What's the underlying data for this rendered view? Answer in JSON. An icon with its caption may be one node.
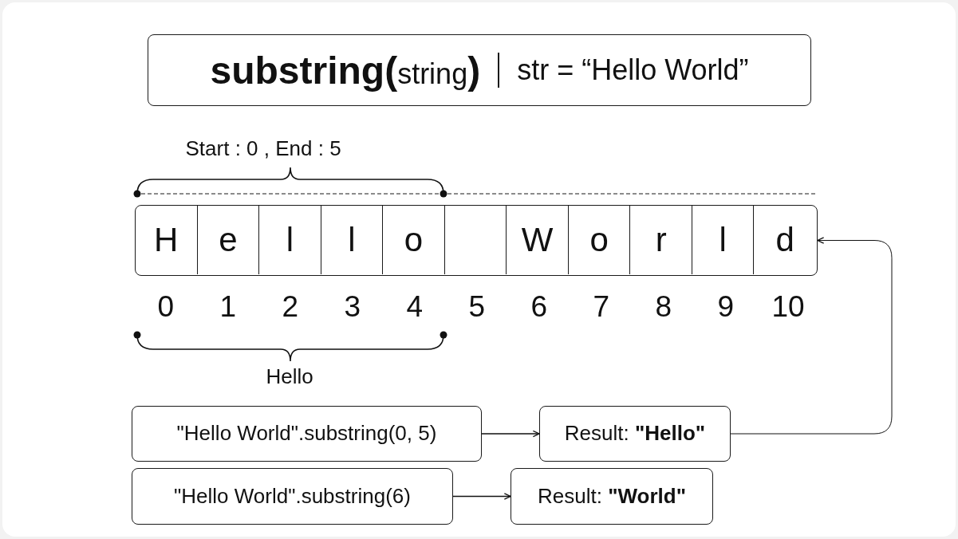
{
  "diagram": {
    "nodes": [
      {
        "text": [
          "**substring(**string**)**",
          "str = “Hello World”"
        ]
      },
      {
        "text": [],
        "shape": "box"
      },
      {
        "text": [
          "H"
        ],
        "in": 1
      },
      {
        "text": [
          "e"
        ],
        "in": 1
      },
      {
        "text": [
          "l"
        ],
        "in": 1
      },
      {
        "text": [
          "l"
        ],
        "in": 1
      },
      {
        "text": [
          "o"
        ],
        "in": 1
      },
      {
        "text": [],
        "shape": "box",
        "in": 1
      },
      {
        "text": [
          "W"
        ],
        "in": 1
      },
      {
        "text": [
          "o"
        ],
        "in": 1
      },
      {
        "text": [
          "r"
        ],
        "in": 1
      },
      {
        "text": [
          "l"
        ],
        "in": 1
      },
      {
        "text": [
          "d"
        ],
        "in": 1
      },
      {
        "text": [
          "\"Hello World\".substring(0, 5)"
        ]
      },
      {
        "text": [
          "Result: **\"Hello\"**"
        ]
      },
      {
        "text": [
          "\"Hello World\".substring(6)"
        ]
      },
      {
        "text": [
          "Result: **\"World\"**"
        ]
      }
    ],
    "edges": [
      {
        "from": 13,
        "to": 14,
        "arrow": "to"
      },
      {
        "from": 14,
        "to": 1,
        "arrow": "to"
      },
      {
        "from": 15,
        "to": 16,
        "arrow": "to"
      }
    ],
    "labels": [
      "Start : 0 , End : 5",
      "0",
      "1",
      "2",
      "3",
      "4",
      "5",
      "6",
      "7",
      "8",
      "9",
      "10",
      "Hello"
    ]
  }
}
